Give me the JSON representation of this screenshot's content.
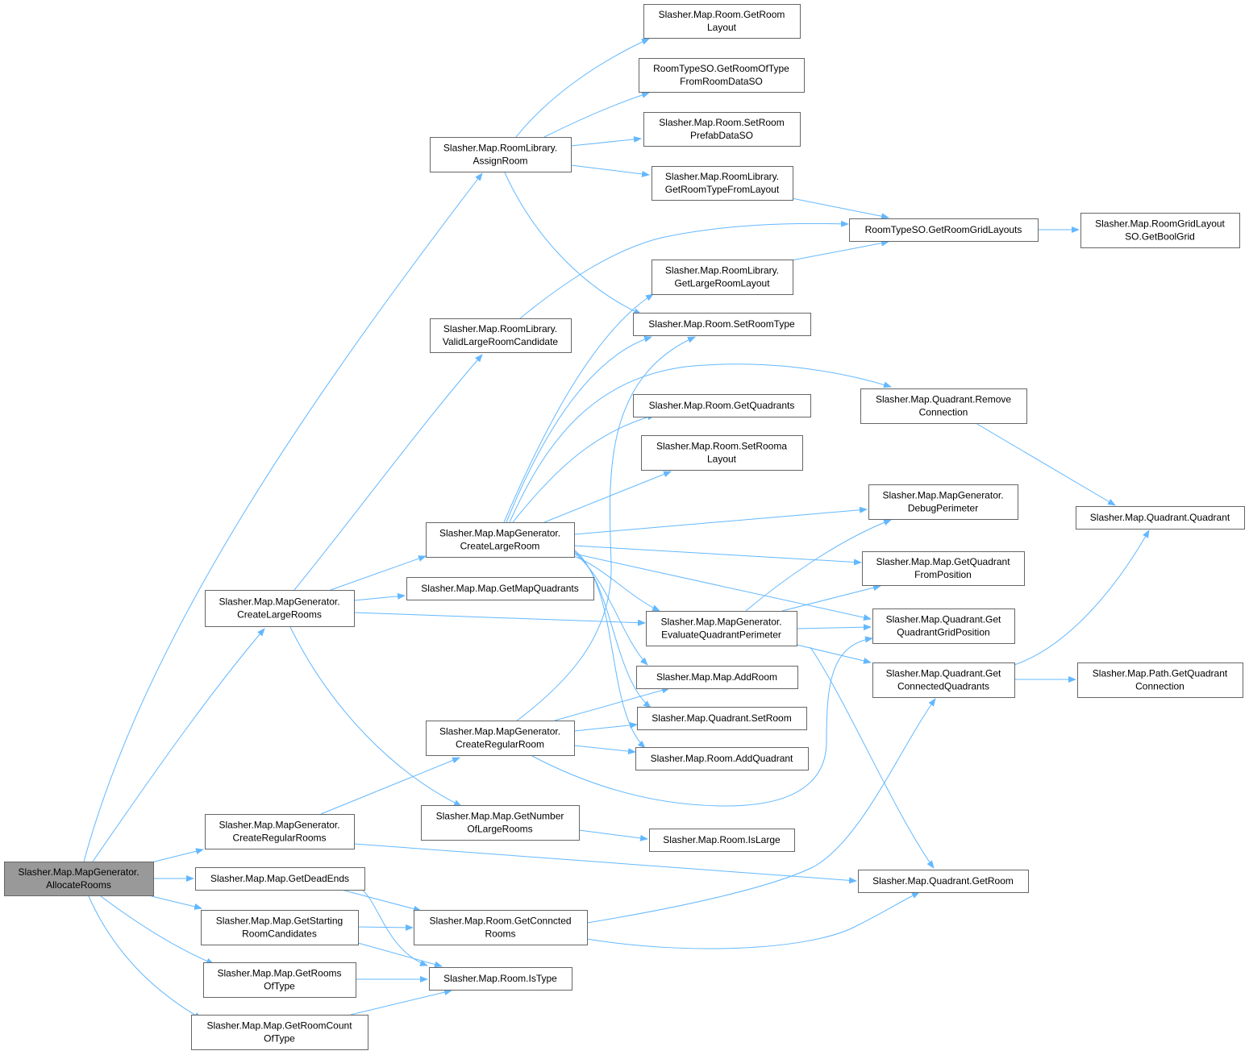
{
  "colors": {
    "edge": "#63b8ff",
    "node_border": "#666666",
    "root_fill": "#999999",
    "node_fill": "#ffffff"
  },
  "nodes": [
    {
      "id": "allocate",
      "lines": [
        "Slasher.Map.MapGenerator.",
        "AllocateRooms"
      ],
      "root": true
    },
    {
      "id": "assignRoom",
      "lines": [
        "Slasher.Map.RoomLibrary.",
        "AssignRoom"
      ]
    },
    {
      "id": "getRoomLayout",
      "lines": [
        "Slasher.Map.Room.GetRoom",
        "Layout"
      ]
    },
    {
      "id": "getRoomOfType",
      "lines": [
        "RoomTypeSO.GetRoomOfType",
        "FromRoomDataSO"
      ]
    },
    {
      "id": "setRoomPrefab",
      "lines": [
        "Slasher.Map.Room.SetRoom",
        "PrefabDataSO"
      ]
    },
    {
      "id": "getRoomTypeFromLayout",
      "lines": [
        "Slasher.Map.RoomLibrary.",
        "GetRoomTypeFromLayout"
      ]
    },
    {
      "id": "getRoomGridLayouts",
      "lines": [
        "RoomTypeSO.GetRoomGridLayouts"
      ]
    },
    {
      "id": "getBoolGrid",
      "lines": [
        "Slasher.Map.RoomGridLayout",
        "SO.GetBoolGrid"
      ]
    },
    {
      "id": "getLargeRoomLayout",
      "lines": [
        "Slasher.Map.RoomLibrary.",
        "GetLargeRoomLayout"
      ]
    },
    {
      "id": "validLarge",
      "lines": [
        "Slasher.Map.RoomLibrary.",
        "ValidLargeRoomCandidate"
      ]
    },
    {
      "id": "setRoomType",
      "lines": [
        "Slasher.Map.Room.SetRoomType"
      ]
    },
    {
      "id": "removeConnection",
      "lines": [
        "Slasher.Map.Quadrant.Remove",
        "Connection"
      ]
    },
    {
      "id": "getQuadrants",
      "lines": [
        "Slasher.Map.Room.GetQuadrants"
      ]
    },
    {
      "id": "setRoomaLayout",
      "lines": [
        "Slasher.Map.Room.SetRooma",
        "Layout"
      ]
    },
    {
      "id": "debugPerimeter",
      "lines": [
        "Slasher.Map.MapGenerator.",
        "DebugPerimeter"
      ]
    },
    {
      "id": "quadrantCtor",
      "lines": [
        "Slasher.Map.Quadrant.Quadrant"
      ]
    },
    {
      "id": "createLargeRoom",
      "lines": [
        "Slasher.Map.MapGenerator.",
        "CreateLargeRoom"
      ]
    },
    {
      "id": "getQuadFromPos",
      "lines": [
        "Slasher.Map.Map.GetQuadrant",
        "FromPosition"
      ]
    },
    {
      "id": "getMapQuadrants",
      "lines": [
        "Slasher.Map.Map.GetMapQuadrants"
      ]
    },
    {
      "id": "createLargeRooms",
      "lines": [
        "Slasher.Map.MapGenerator.",
        "CreateLargeRooms"
      ]
    },
    {
      "id": "evalPerimeter",
      "lines": [
        "Slasher.Map.MapGenerator.",
        "EvaluateQuadrantPerimeter"
      ]
    },
    {
      "id": "getQuadGridPos",
      "lines": [
        "Slasher.Map.Quadrant.Get",
        "QuadrantGridPosition"
      ]
    },
    {
      "id": "getConnectedQuads",
      "lines": [
        "Slasher.Map.Quadrant.Get",
        "ConnectedQuadrants"
      ]
    },
    {
      "id": "pathGetQuadConn",
      "lines": [
        "Slasher.Map.Path.GetQuadrant",
        "Connection"
      ]
    },
    {
      "id": "addRoom",
      "lines": [
        "Slasher.Map.Map.AddRoom"
      ]
    },
    {
      "id": "quadSetRoom",
      "lines": [
        "Slasher.Map.Quadrant.SetRoom"
      ]
    },
    {
      "id": "createRegularRoom",
      "lines": [
        "Slasher.Map.MapGenerator.",
        "CreateRegularRoom"
      ]
    },
    {
      "id": "addQuadrant",
      "lines": [
        "Slasher.Map.Room.AddQuadrant"
      ]
    },
    {
      "id": "getNumLarge",
      "lines": [
        "Slasher.Map.Map.GetNumber",
        "OfLargeRooms"
      ]
    },
    {
      "id": "createRegularRooms",
      "lines": [
        "Slasher.Map.MapGenerator.",
        "CreateRegularRooms"
      ]
    },
    {
      "id": "isLarge",
      "lines": [
        "Slasher.Map.Room.IsLarge"
      ]
    },
    {
      "id": "getDeadEnds",
      "lines": [
        "Slasher.Map.Map.GetDeadEnds"
      ]
    },
    {
      "id": "quadGetRoom",
      "lines": [
        "Slasher.Map.Quadrant.GetRoom"
      ]
    },
    {
      "id": "getStartCand",
      "lines": [
        "Slasher.Map.Map.GetStarting",
        "RoomCandidates"
      ]
    },
    {
      "id": "getConnRooms",
      "lines": [
        "Slasher.Map.Room.GetConncted",
        "Rooms"
      ]
    },
    {
      "id": "getRoomsOfType",
      "lines": [
        "Slasher.Map.Map.GetRooms",
        "OfType"
      ]
    },
    {
      "id": "isType",
      "lines": [
        "Slasher.Map.Room.IsType"
      ]
    },
    {
      "id": "getRoomCount",
      "lines": [
        "Slasher.Map.Map.GetRoomCount",
        "OfType"
      ]
    }
  ]
}
